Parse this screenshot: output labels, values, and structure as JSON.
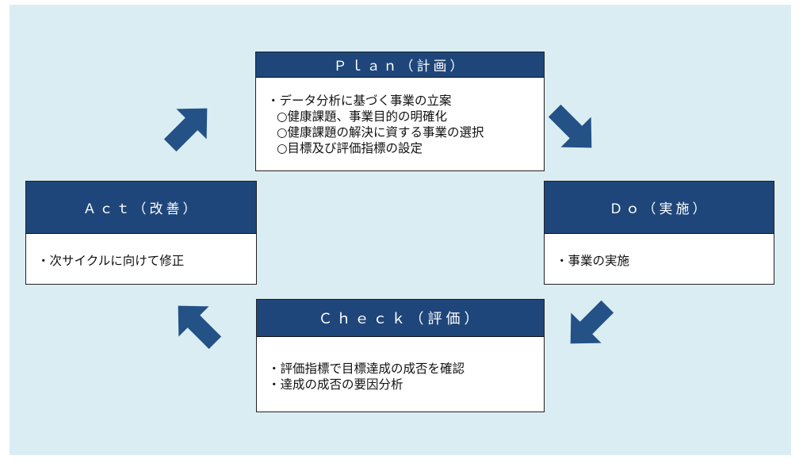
{
  "diagram": {
    "title": "PDCA cycle",
    "colors": {
      "background": "#daedf3",
      "header": "#1f467a",
      "arrow": "#245186",
      "header_text": "#ffffff",
      "body_text": "#111111"
    },
    "plan": {
      "header": "Ｐｌａｎ（計画）",
      "lines": [
        "・データ分析に基づく事業の立案",
        "○健康課題、事業目的の明確化",
        "○健康課題の解決に資する事業の選択",
        "○目標及び評価指標の設定"
      ]
    },
    "do": {
      "header": "Ｄｏ（実施）",
      "lines": [
        "・事業の実施"
      ]
    },
    "check": {
      "header": "Ｃｈｅｃｋ（評価）",
      "lines": [
        "・評価指標で目標達成の成否を確認",
        "・達成の成否の要因分析"
      ]
    },
    "act": {
      "header": "Ａｃｔ（改善）",
      "lines": [
        "・次サイクルに向けて修正"
      ]
    },
    "arrows": [
      {
        "name": "arrow-up-right-icon",
        "from": "act",
        "to": "plan"
      },
      {
        "name": "arrow-down-right-icon",
        "from": "plan",
        "to": "do"
      },
      {
        "name": "arrow-down-left-icon",
        "from": "do",
        "to": "check"
      },
      {
        "name": "arrow-up-left-icon",
        "from": "check",
        "to": "act"
      }
    ]
  }
}
